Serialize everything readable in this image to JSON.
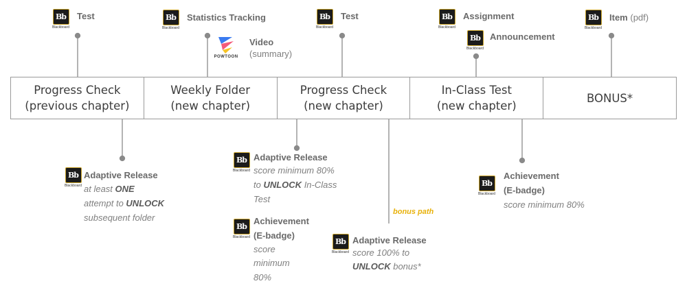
{
  "colors": {
    "line": "#8a8a8a",
    "logo_bg": "#1b1b1b",
    "logo_border": "#c9a227",
    "bonus_path": "#e8b10a"
  },
  "stages": [
    {
      "line1": "Progress Check",
      "line2": "(previous chapter)"
    },
    {
      "line1": "Weekly Folder",
      "line2": "(new chapter)"
    },
    {
      "line1": "Progress Check",
      "line2": "(new chapter)"
    },
    {
      "line1": "In-Class Test",
      "line2": "(new chapter)"
    },
    {
      "line1": "BONUS*",
      "line2": ""
    }
  ],
  "logo": {
    "mark": "Bb",
    "caption": "Blackboard"
  },
  "powtoon": {
    "caption": "POWTOON"
  },
  "top": {
    "test1": "Test",
    "stats": "Statistics Tracking",
    "video_title": "Video",
    "video_sub": "(summary)",
    "test2": "Test",
    "assignment": "Assignment",
    "announcement": "Announcement",
    "item": "Item",
    "item_sub": "(pdf)"
  },
  "bottom": {
    "ar1": {
      "title": "Adaptive Release",
      "l1": "at least ",
      "l1b": "ONE",
      "l2": "attempt to ",
      "l2b": "UNLOCK",
      "l3": "subsequent folder"
    },
    "ar2": {
      "title": "Adaptive Release",
      "l1": "score minimum 80%",
      "l2": "to ",
      "l2b": "UNLOCK",
      "l2c": " In-Class",
      "l3": "Test"
    },
    "ach1": {
      "title": "Achievement",
      "sub": "(E-badge)",
      "l1": "score",
      "l2": "minimum",
      "l3": "80%"
    },
    "bonus_label": "bonus path",
    "ar3": {
      "title": "Adaptive Release",
      "l1": "score 100% to",
      "l2b": "UNLOCK",
      "l2": " bonus*"
    },
    "ach2": {
      "title": "Achievement",
      "sub": "(E-badge)",
      "l1": "score minimum 80%"
    }
  }
}
